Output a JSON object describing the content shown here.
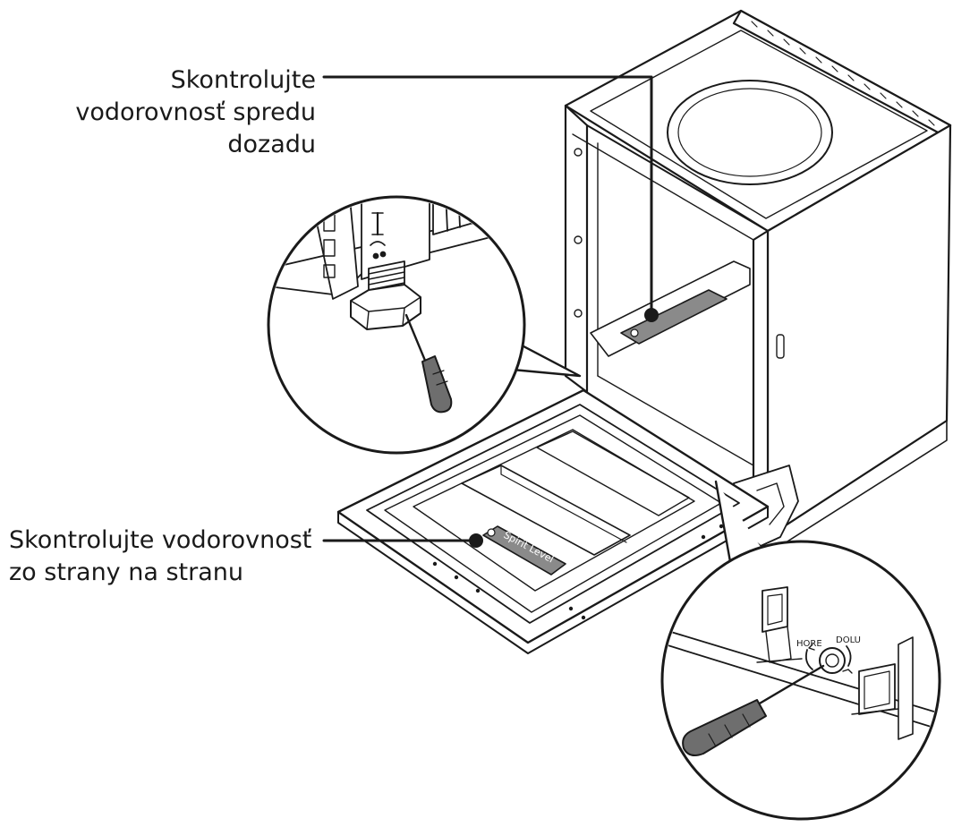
{
  "callouts": {
    "front_to_back": {
      "lines": [
        "Skontrolujte",
        "vodorovnosť spredu",
        "dozadu"
      ]
    },
    "side_to_side": {
      "lines": [
        "Skontrolujte vodorovnosť",
        "zo strany na stranu"
      ]
    }
  },
  "level_tool_label": "Spirit Level",
  "adjuster_labels": {
    "up": "HORE",
    "down": "DOLU"
  },
  "colors": {
    "line": "#1a1a1a",
    "background": "#ffffff",
    "level_fill": "#8a8a8a",
    "screwdriver_handle": "#6e6e6e"
  },
  "icons": [
    "screwdriver-icon",
    "spirit-level-icon",
    "adjustable-foot-icon"
  ]
}
